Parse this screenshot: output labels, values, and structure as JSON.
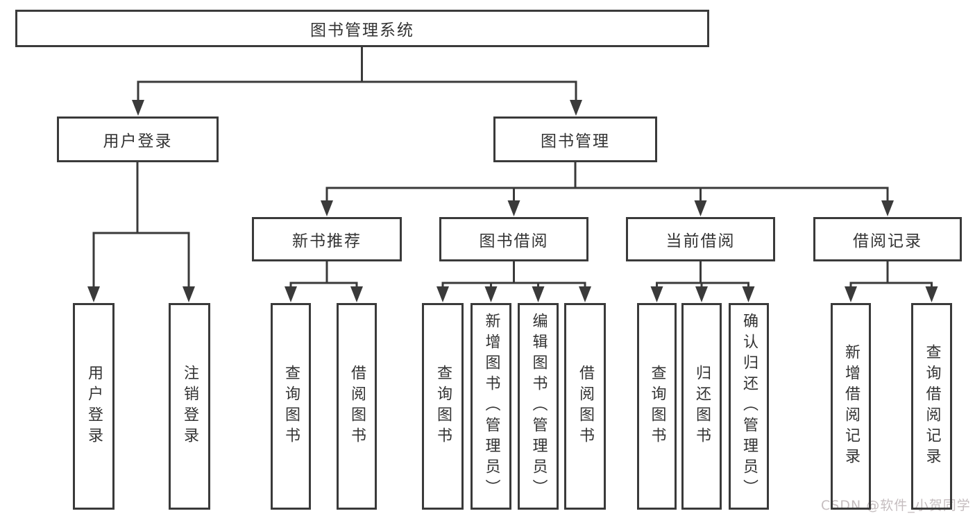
{
  "colors": {
    "line": "#3a3a3a",
    "text": "#333333",
    "background": "#ffffff"
  },
  "nodes": {
    "root": {
      "label": "图书管理系统"
    },
    "user_login": {
      "label": "用户登录"
    },
    "book_management": {
      "label": "图书管理"
    },
    "new_books": {
      "label": "新书推荐"
    },
    "book_borrowing": {
      "label": "图书借阅"
    },
    "current_borrowing": {
      "label": "当前借阅"
    },
    "borrow_records": {
      "label": "借阅记录"
    },
    "leaves": [
      {
        "label": "用户登录"
      },
      {
        "label": "注销登录"
      },
      {
        "label": "查询图书"
      },
      {
        "label": "借阅图书"
      },
      {
        "label": "查询图书"
      },
      {
        "label": "新增图书（管理员）"
      },
      {
        "label": "编辑图书（管理员）"
      },
      {
        "label": "借阅图书"
      },
      {
        "label": "查询图书"
      },
      {
        "label": "归还图书"
      },
      {
        "label": "确认归还（管理员）"
      },
      {
        "label": "新增借阅记录"
      },
      {
        "label": "查询借阅记录"
      }
    ]
  },
  "watermark": {
    "text": "CSDN @软件_小贺同学"
  }
}
